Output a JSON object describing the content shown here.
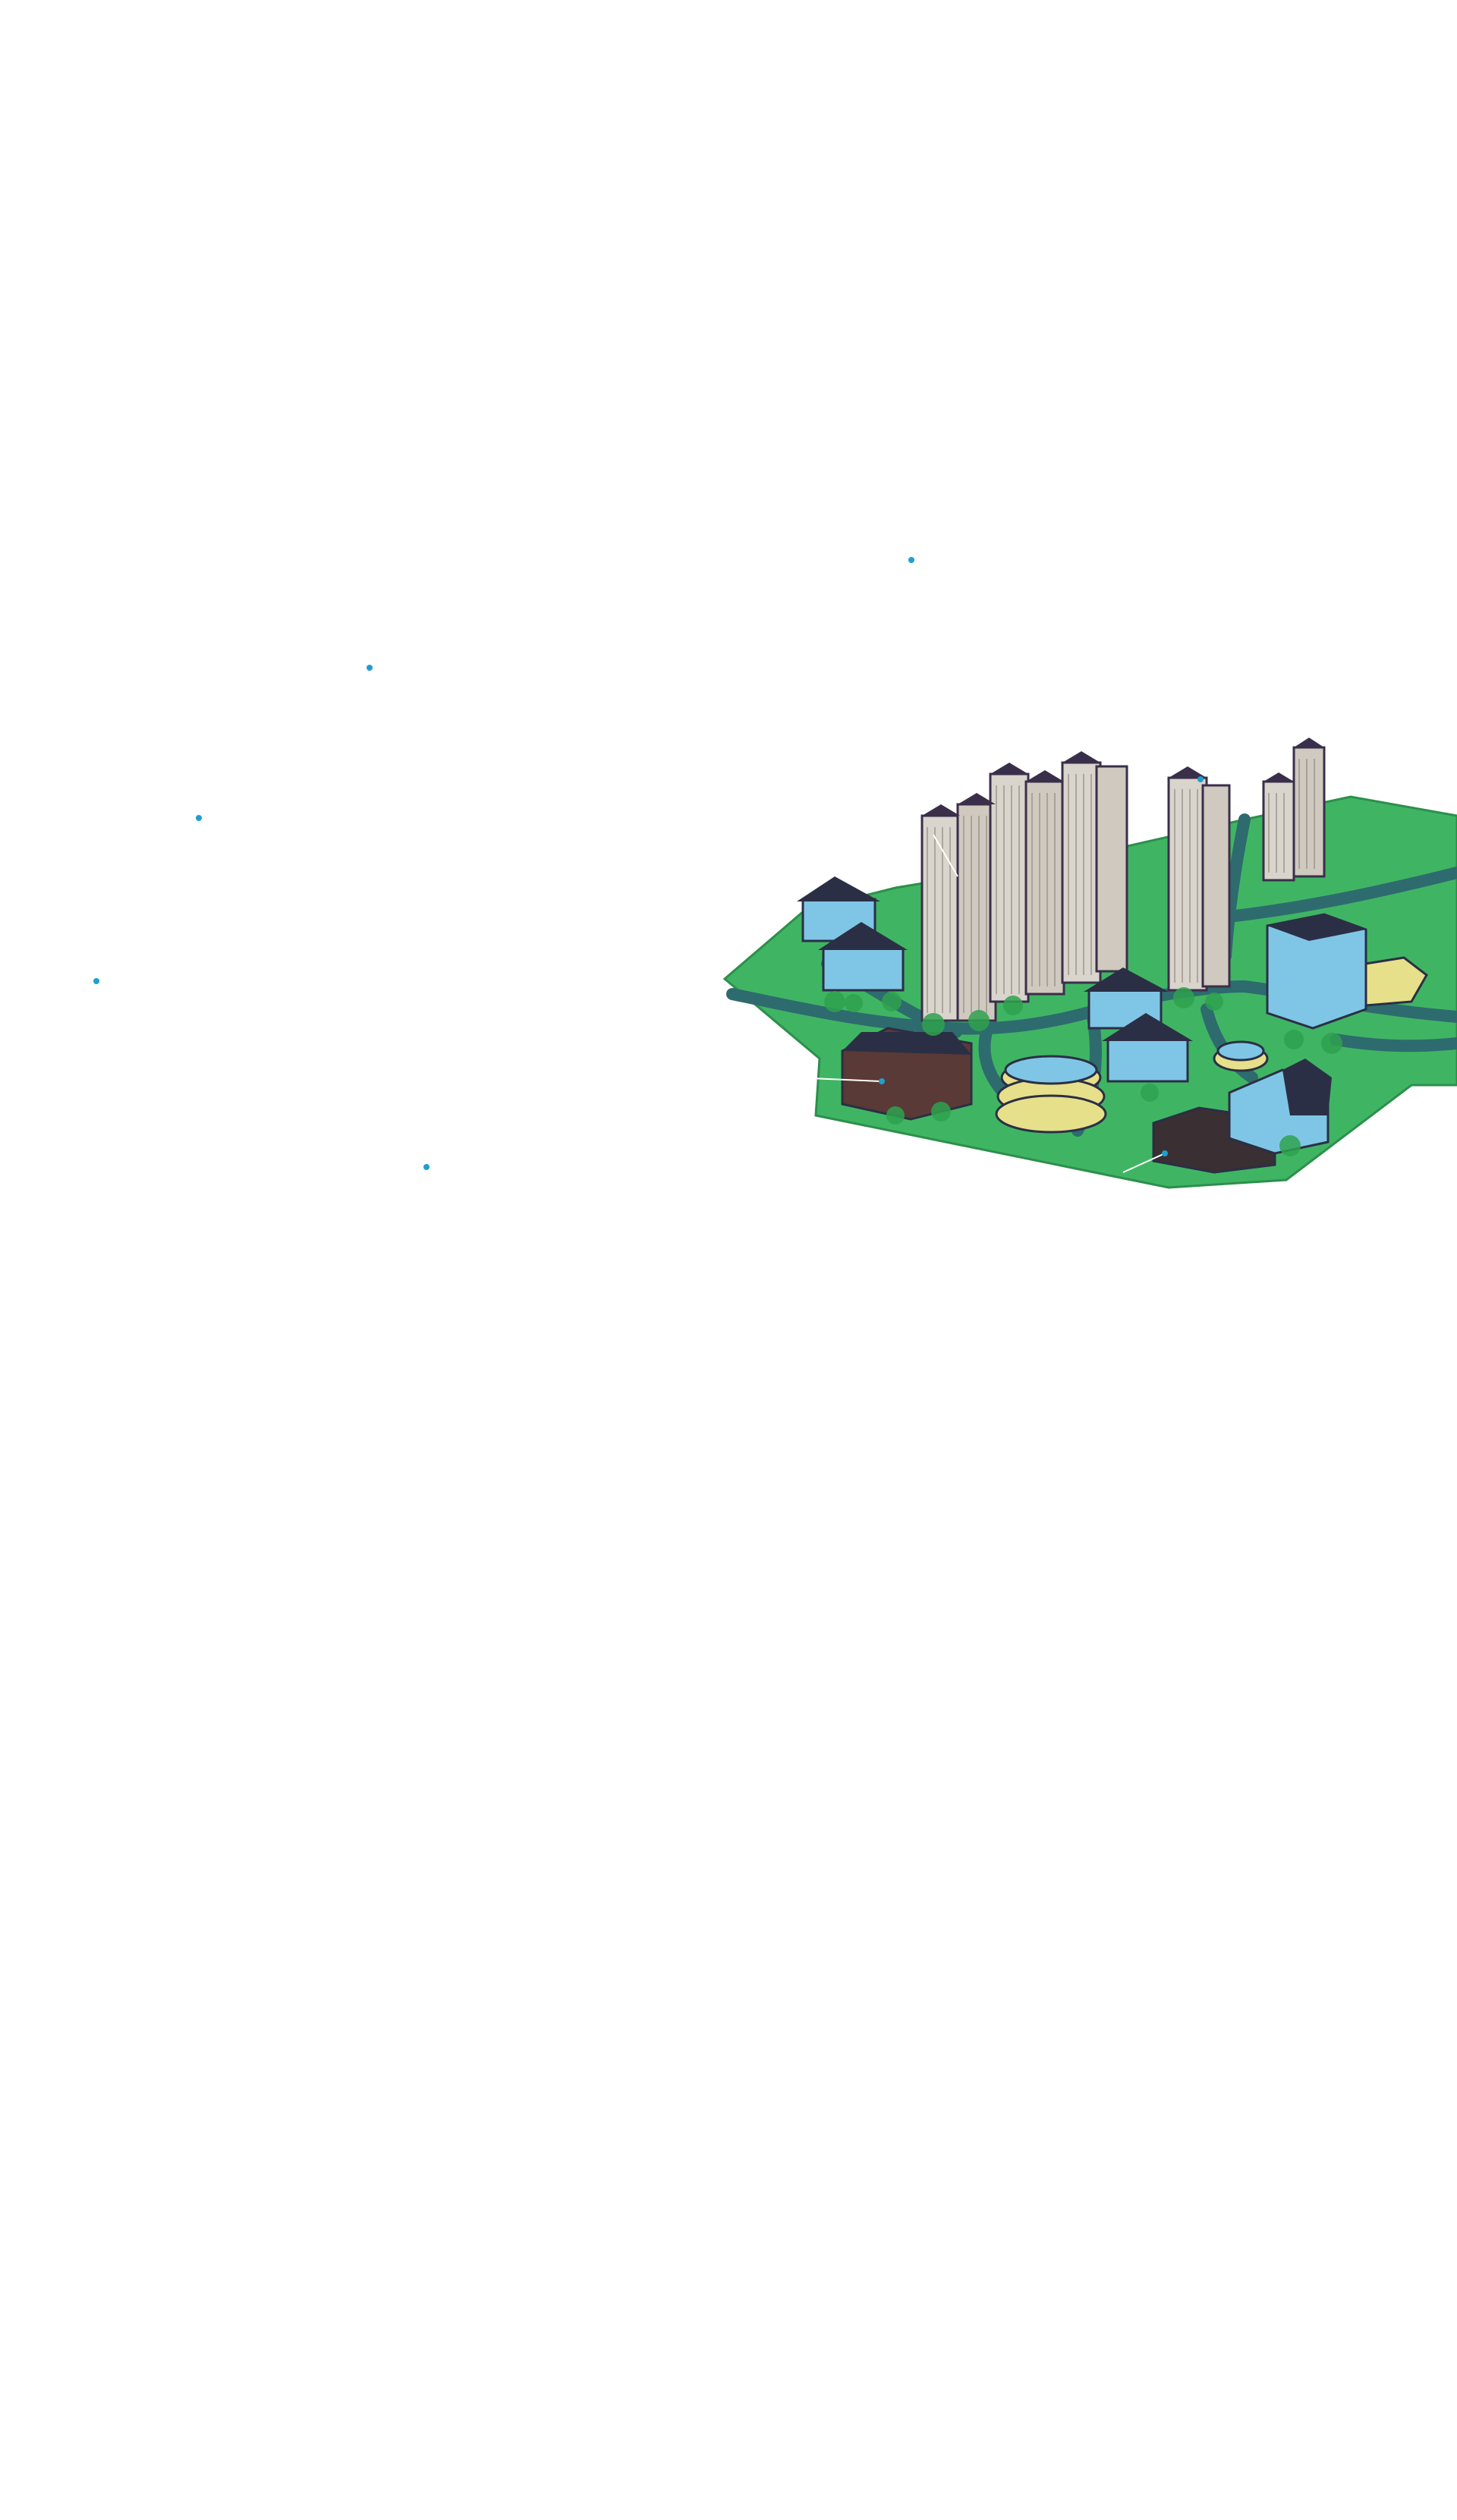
{
  "colors": {
    "background": "#ffffff",
    "ground": "#3fb563",
    "ground_dark": "#2c8f4c",
    "road": "#2e6b6e",
    "tower_face": "#d9d4cc",
    "tower_roof": "#3a2f4a",
    "house_blue": "#7fc6e6",
    "house_roof": "#2b2f45",
    "brick": "#5a3a36",
    "glass_yellow": "#e7e08a",
    "tree": "#2fa24f",
    "hotspot": "#1e9fd0",
    "leader_line": "#ffffff"
  },
  "scene": {
    "icon": "city-district-illustration"
  },
  "hotspots": [
    {
      "name": "hotspot-1",
      "icon": "dot-icon"
    },
    {
      "name": "hotspot-2",
      "icon": "dot-icon"
    },
    {
      "name": "hotspot-3",
      "icon": "dot-icon"
    },
    {
      "name": "hotspot-4",
      "icon": "dot-icon"
    },
    {
      "name": "hotspot-5",
      "icon": "dot-icon"
    }
  ]
}
